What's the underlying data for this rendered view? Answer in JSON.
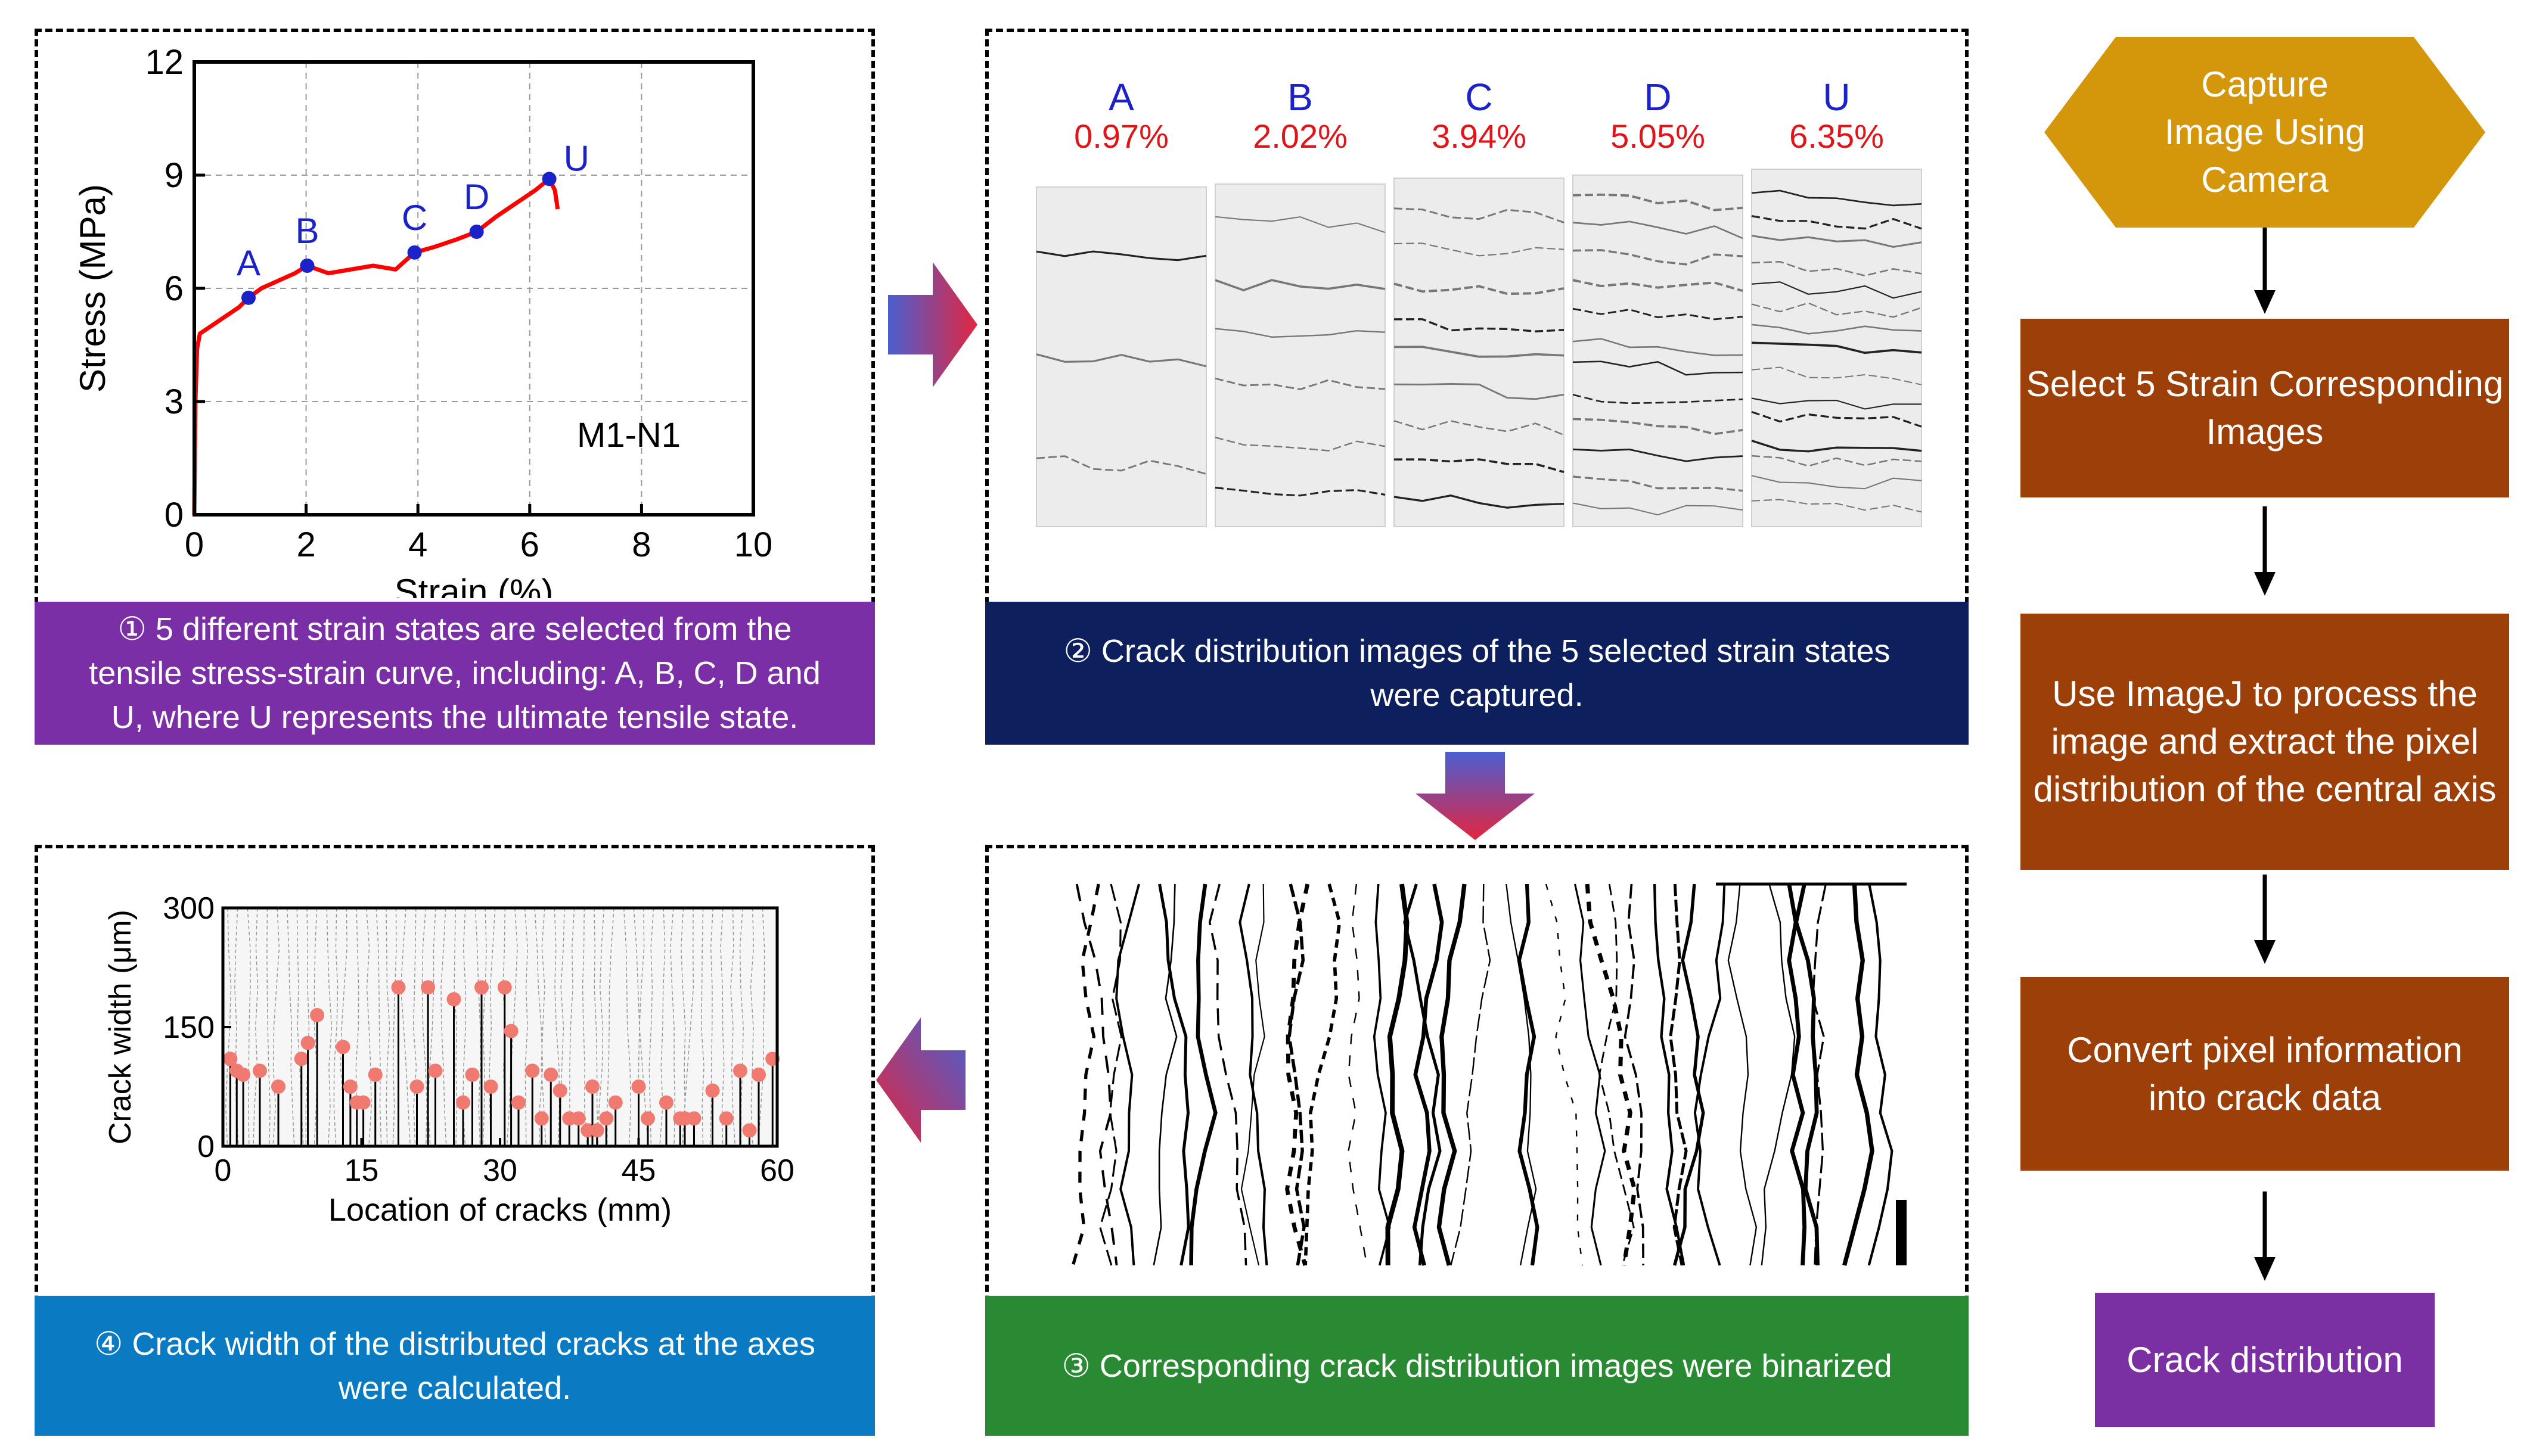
{
  "panel1": {
    "caption_lines": [
      "① 5 different strain states are selected from the",
      "tensile stress-strain curve, including: A, B, C, D and",
      "U, where U represents the ultimate tensile state."
    ],
    "caption_color": "#7b2fa6"
  },
  "panel2": {
    "caption_lines": [
      "②  Crack distribution images of the 5 selected strain states",
      "were captured."
    ],
    "caption_color": "#0d1f5c",
    "strips": [
      {
        "letter": "A",
        "strain": "0.97%"
      },
      {
        "letter": "B",
        "strain": "2.02%"
      },
      {
        "letter": "C",
        "strain": "3.94%"
      },
      {
        "letter": "D",
        "strain": "5.05%"
      },
      {
        "letter": "U",
        "strain": "6.35%"
      }
    ]
  },
  "panel3": {
    "caption_lines": [
      "③ Corresponding crack distribution images were binarized"
    ],
    "caption_color": "#2a8a34"
  },
  "panel4": {
    "caption_lines": [
      "④ Crack width of the distributed cracks at the axes",
      "were calculated."
    ],
    "caption_color": "#0a7bc2"
  },
  "flowchart": {
    "start": "Capture Image Using Camera",
    "steps": [
      "Select 5 Strain Corresponding Images",
      "Use ImageJ to process the image and extract the pixel distribution of the central axis",
      "Convert pixel information into crack data"
    ],
    "end": "Crack distribution",
    "colors": {
      "start": "#d4960a",
      "step": "#9c3f08",
      "end": "#7a2fa2"
    }
  },
  "chart_data": [
    {
      "type": "line",
      "xlabel": "Strain (%)",
      "ylabel": "Stress (MPa)",
      "xlim": [
        0,
        10
      ],
      "ylim": [
        0,
        12
      ],
      "xticks": [
        0,
        2,
        4,
        6,
        8,
        10
      ],
      "yticks": [
        0,
        3,
        6,
        9,
        12
      ],
      "grid": true,
      "annotation": "M1-N1",
      "line_color": "#ff0000",
      "series": [
        {
          "x": [
            0,
            0.02,
            0.05,
            0.1,
            0.2,
            0.4,
            0.6,
            0.8,
            0.97,
            1.2,
            1.5,
            1.8,
            2.02,
            2.4,
            2.8,
            3.2,
            3.6,
            3.94,
            4.3,
            4.7,
            5.05,
            5.4,
            5.8,
            6.1,
            6.35,
            6.45,
            6.5
          ],
          "y": [
            0,
            3.0,
            4.4,
            4.8,
            4.9,
            5.1,
            5.3,
            5.5,
            5.75,
            6.0,
            6.2,
            6.4,
            6.6,
            6.4,
            6.5,
            6.6,
            6.5,
            6.95,
            7.1,
            7.3,
            7.5,
            7.9,
            8.3,
            8.6,
            8.9,
            8.6,
            8.1
          ]
        }
      ],
      "points": [
        {
          "label": "A",
          "x": 0.97,
          "y": 5.75
        },
        {
          "label": "B",
          "x": 2.02,
          "y": 6.6
        },
        {
          "label": "C",
          "x": 3.94,
          "y": 6.95
        },
        {
          "label": "D",
          "x": 5.05,
          "y": 7.5
        },
        {
          "label": "U",
          "x": 6.35,
          "y": 8.9
        }
      ],
      "point_color": "#1a22c8"
    },
    {
      "type": "scatter",
      "xlabel": "Location of cracks (mm)",
      "ylabel": "Crack width (μm)",
      "xlim": [
        0,
        60
      ],
      "ylim": [
        0,
        300
      ],
      "xticks": [
        0,
        15,
        30,
        45,
        60
      ],
      "yticks": [
        0,
        150,
        300
      ],
      "marker_color": "#f07a70",
      "x": [
        0.8,
        1.5,
        2.2,
        4,
        6,
        8.5,
        9.2,
        10.2,
        13,
        13.8,
        14.5,
        15.2,
        16.5,
        19,
        21,
        22.2,
        23,
        25,
        26,
        27,
        28,
        29,
        30.5,
        31.2,
        32,
        33.5,
        34.5,
        35.5,
        36.5,
        37.5,
        38.5,
        39.5,
        40,
        40.5,
        41.5,
        42.5,
        45,
        46,
        48,
        49.5,
        50,
        51,
        53,
        54.5,
        56,
        57,
        58,
        59.5
      ],
      "y": [
        110,
        95,
        90,
        95,
        75,
        110,
        130,
        165,
        125,
        75,
        55,
        55,
        90,
        200,
        75,
        200,
        95,
        185,
        55,
        90,
        200,
        75,
        200,
        145,
        55,
        95,
        35,
        90,
        70,
        35,
        35,
        20,
        75,
        20,
        35,
        55,
        75,
        35,
        55,
        35,
        35,
        35,
        70,
        35,
        95,
        20,
        90,
        110
      ]
    }
  ]
}
